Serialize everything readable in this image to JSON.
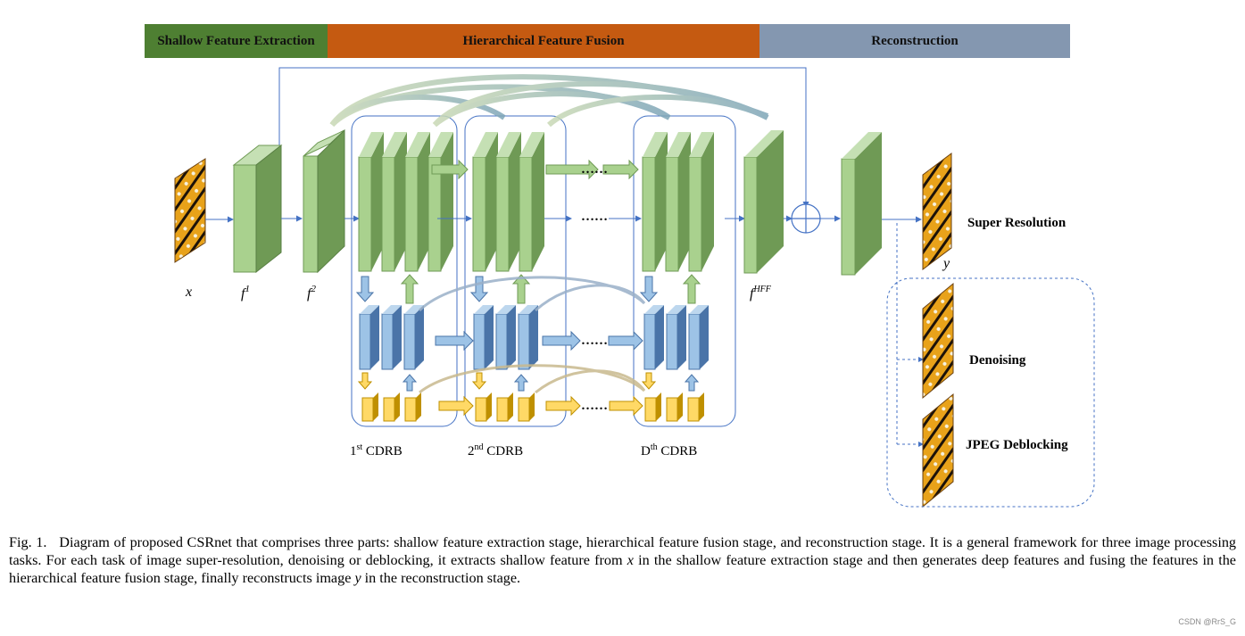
{
  "stages": {
    "shallow": "Shallow Feature Extraction",
    "hff": "Hierarchical Feature Fusion",
    "recon": "Reconstruction"
  },
  "labels": {
    "x": "x",
    "f1_base": "f",
    "f1_sup": "1",
    "f2_base": "f",
    "f2_sup": "2",
    "fhff_base": "f",
    "fhff_sup": "HFF",
    "y": "y",
    "dots": "……"
  },
  "blocks": {
    "b1_pre": "1",
    "b1_sup": "st",
    "b1_post": " CDRB",
    "b2_pre": "2",
    "b2_sup": "nd",
    "b2_post": " CDRB",
    "bd_pre": "D",
    "bd_sup": "th",
    "bd_post": " CDRB"
  },
  "tasks": {
    "sr": "Super Resolution",
    "denoise": "Denoising",
    "jpeg": "JPEG Deblocking"
  },
  "caption": {
    "fig": "Fig. 1.",
    "text1": "Diagram of proposed CSRnet that comprises three parts: shallow feature extraction stage, hierarchical feature fusion stage, and reconstruction stage. It is a general framework for three image processing tasks. For each task of image super-resolution, denoising or deblocking, it extracts shallow feature from ",
    "x": "x",
    "text2": " in the shallow feature extraction stage and then generates deep features and fusing the features in the hierarchical feature fusion stage, finally reconstructs image ",
    "y": "y",
    "text3": " in the reconstruction stage."
  },
  "watermark": "CSDN @RrS_G",
  "colors": {
    "shallow": "#4e7f32",
    "hff": "#c55a11",
    "recon": "#8497b0",
    "green_front": "#a9d18e",
    "green_side": "#6f9a55",
    "blue_front": "#9dc3e6",
    "blue_side": "#4a74a8",
    "yellow_front": "#ffd966",
    "yellow_side": "#bf9000",
    "line": "#4472c4"
  }
}
